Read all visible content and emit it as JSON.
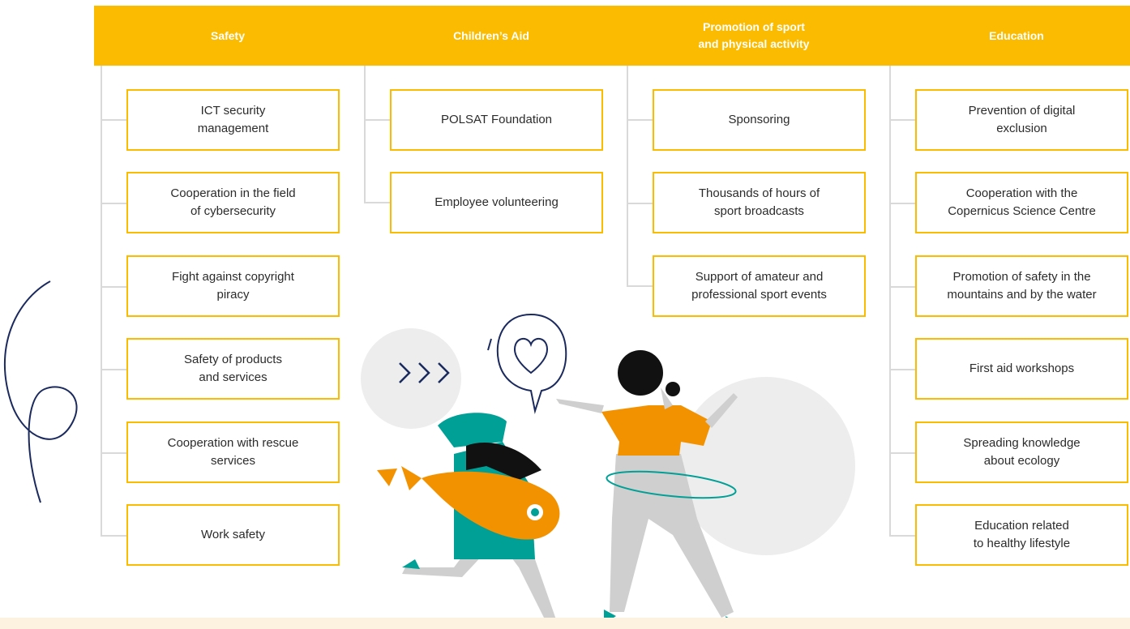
{
  "columns": [
    {
      "title": "Safety",
      "items": [
        "ICT security\nmanagement",
        "Cooperation in the field\nof cybersecurity",
        "Fight against copyright\npiracy",
        "Safety of products\nand services",
        "Cooperation with rescue\nservices",
        "Work safety"
      ]
    },
    {
      "title": "Children’s Aid",
      "items": [
        "POLSAT Foundation",
        "Employee volunteering"
      ]
    },
    {
      "title": "Promotion of sport\nand physical activity",
      "items": [
        "Sponsoring",
        "Thousands of hours of\nsport broadcasts",
        "Support of amateur and\nprofessional sport events"
      ]
    },
    {
      "title": "Education",
      "items": [
        "Prevention of digital\nexclusion",
        "Cooperation with the\nCopernicus Science Centre",
        "Promotion of safety in the\nmountains and by the water",
        "First aid workshops",
        "Spreading knowledge\nabout ecology",
        "Education related\nto healthy lifestyle"
      ]
    }
  ],
  "colors": {
    "accent": "#fbbb00",
    "connector": "#d9d9d9",
    "text": "#2b2b2b",
    "teal": "#00a096",
    "orange": "#f39200",
    "navy": "#1b2a5e"
  }
}
